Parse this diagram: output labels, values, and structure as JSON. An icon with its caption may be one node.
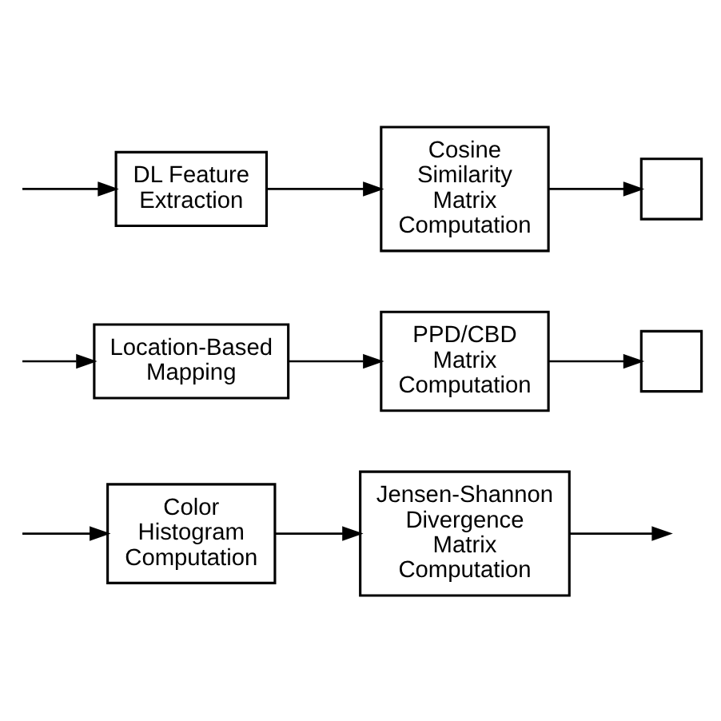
{
  "diagram": {
    "nodes": [
      {
        "text": [
          "DL Feature Extraction"
        ]
      },
      {
        "text": [
          "Color Histogram Computation"
        ]
      },
      {
        "text": [
          "Location-Based Mapping"
        ]
      },
      {
        "text": [
          "Cosine Similarity Matrix Computation"
        ]
      },
      {
        "text": [
          "Jensen-Shannon Divergence Matrix Computation"
        ]
      },
      {
        "text": [
          "PPD/CBD Matrix Computation"
        ]
      },
      {
        "text": [],
        "shape": "box"
      },
      {
        "text": [],
        "shape": "box"
      }
    ],
    "edges": [
      {
        "from": null,
        "to": 0,
        "arrow": "to"
      },
      {
        "from": null,
        "to": 1,
        "arrow": "to"
      },
      {
        "from": null,
        "to": 2,
        "arrow": "to"
      },
      {
        "from": 0,
        "to": 3,
        "arrow": "to"
      },
      {
        "from": 1,
        "to": 4,
        "arrow": "to"
      },
      {
        "from": 2,
        "to": 5,
        "arrow": "to"
      },
      {
        "from": 3,
        "to": 6,
        "arrow": "to"
      },
      {
        "from": 4,
        "to": null,
        "arrow": "to"
      },
      {
        "from": 5,
        "to": 7,
        "arrow": "to"
      }
    ]
  }
}
